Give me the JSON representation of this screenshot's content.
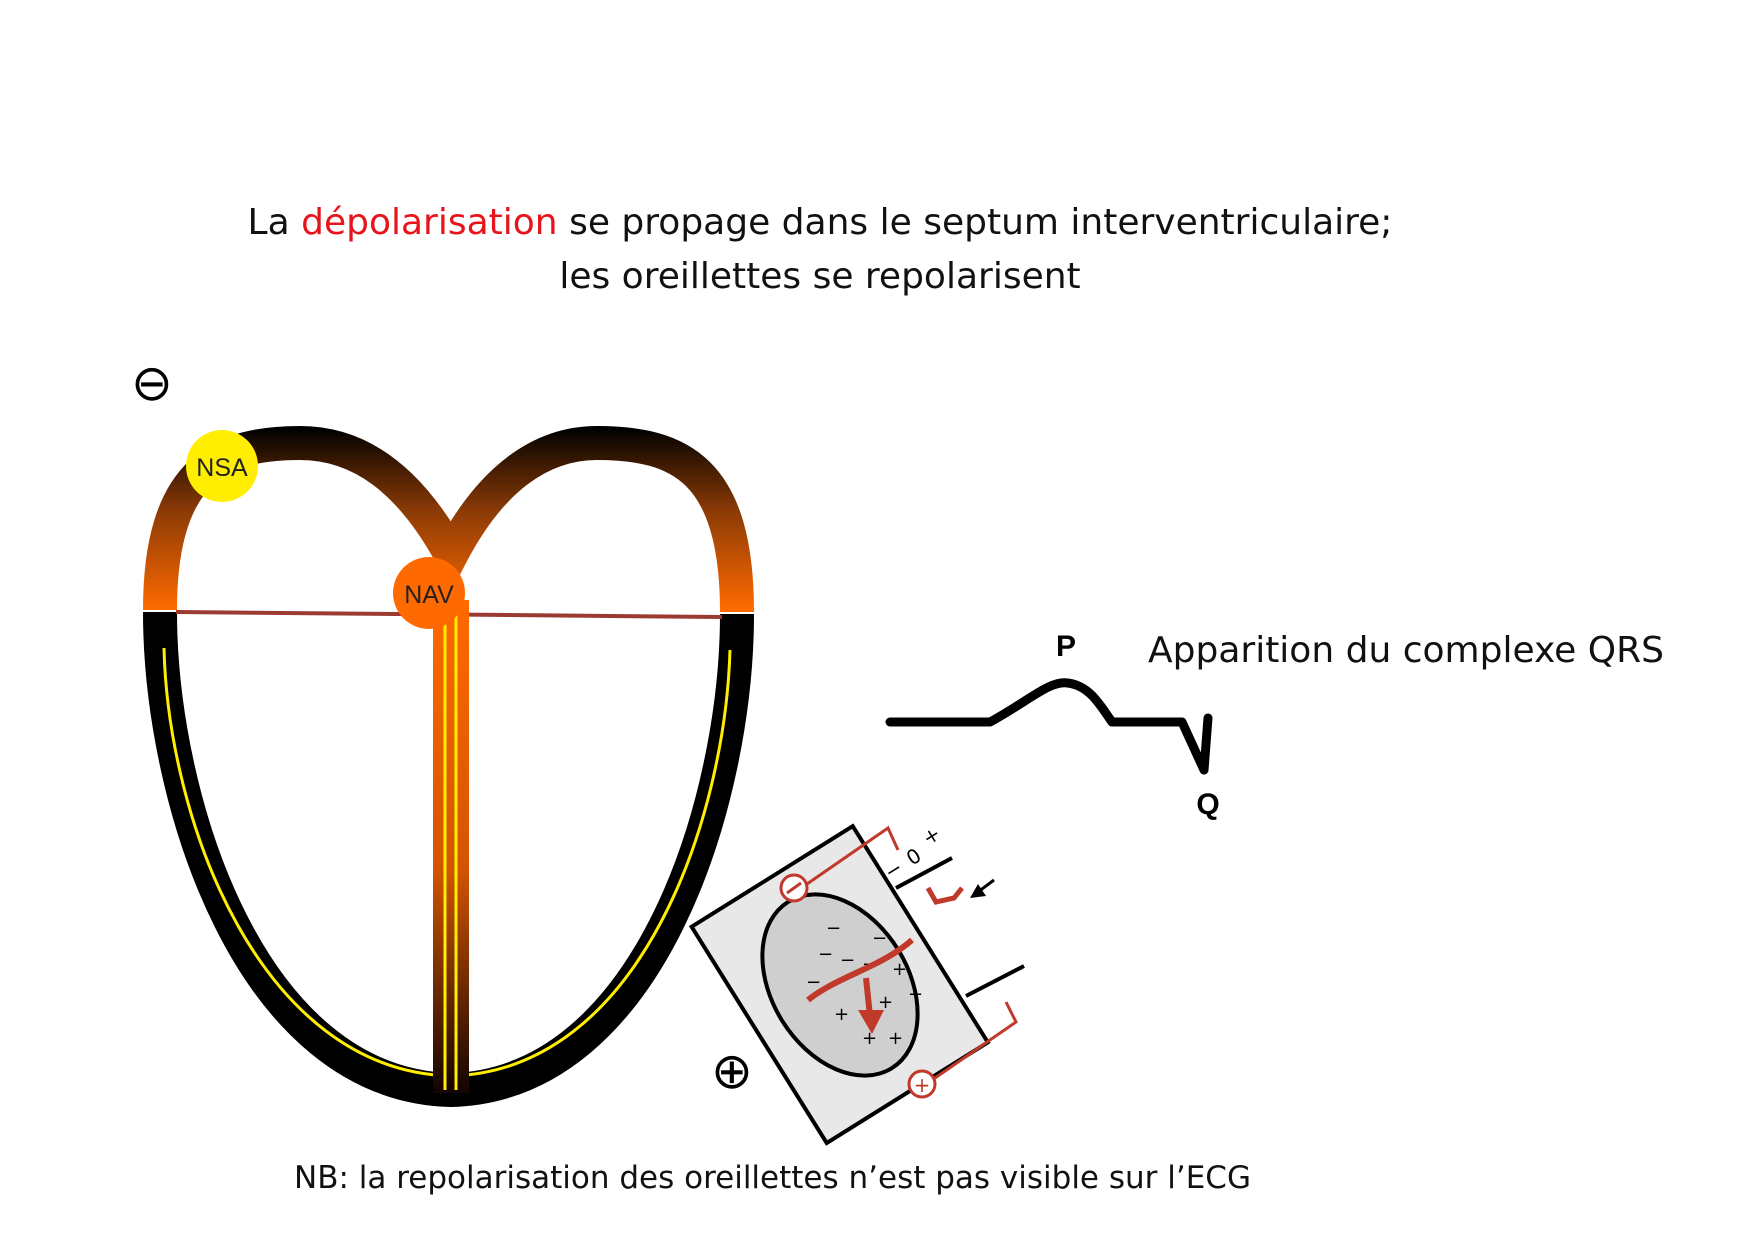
{
  "title": {
    "line1_before": "La ",
    "line1_highlight": "dépolarisation",
    "line1_after": " se propage dans le septum interventriculaire;",
    "line2": "les oreillettes se repolarisent",
    "highlight_color": "#e8141b"
  },
  "heart": {
    "sa_node_label": "NSA",
    "av_node_label": "NAV",
    "sa_color": "#ffee00",
    "av_color": "#ff6a00",
    "wall_color": "#000000",
    "conduction_color": "#ffee00"
  },
  "electrodes": {
    "negative_symbol": "⊖",
    "positive_symbol": "⊕",
    "inset_zero": "0",
    "inset_minus": "−",
    "inset_plus": "+",
    "inset_neg_electrode": "−",
    "inset_pos_electrode": "+"
  },
  "ecg": {
    "p_label": "P",
    "q_label": "Q",
    "caption": "Apparition du complexe QRS"
  },
  "note": "NB: la repolarisation des oreillettes n’est pas visible sur l’ECG"
}
